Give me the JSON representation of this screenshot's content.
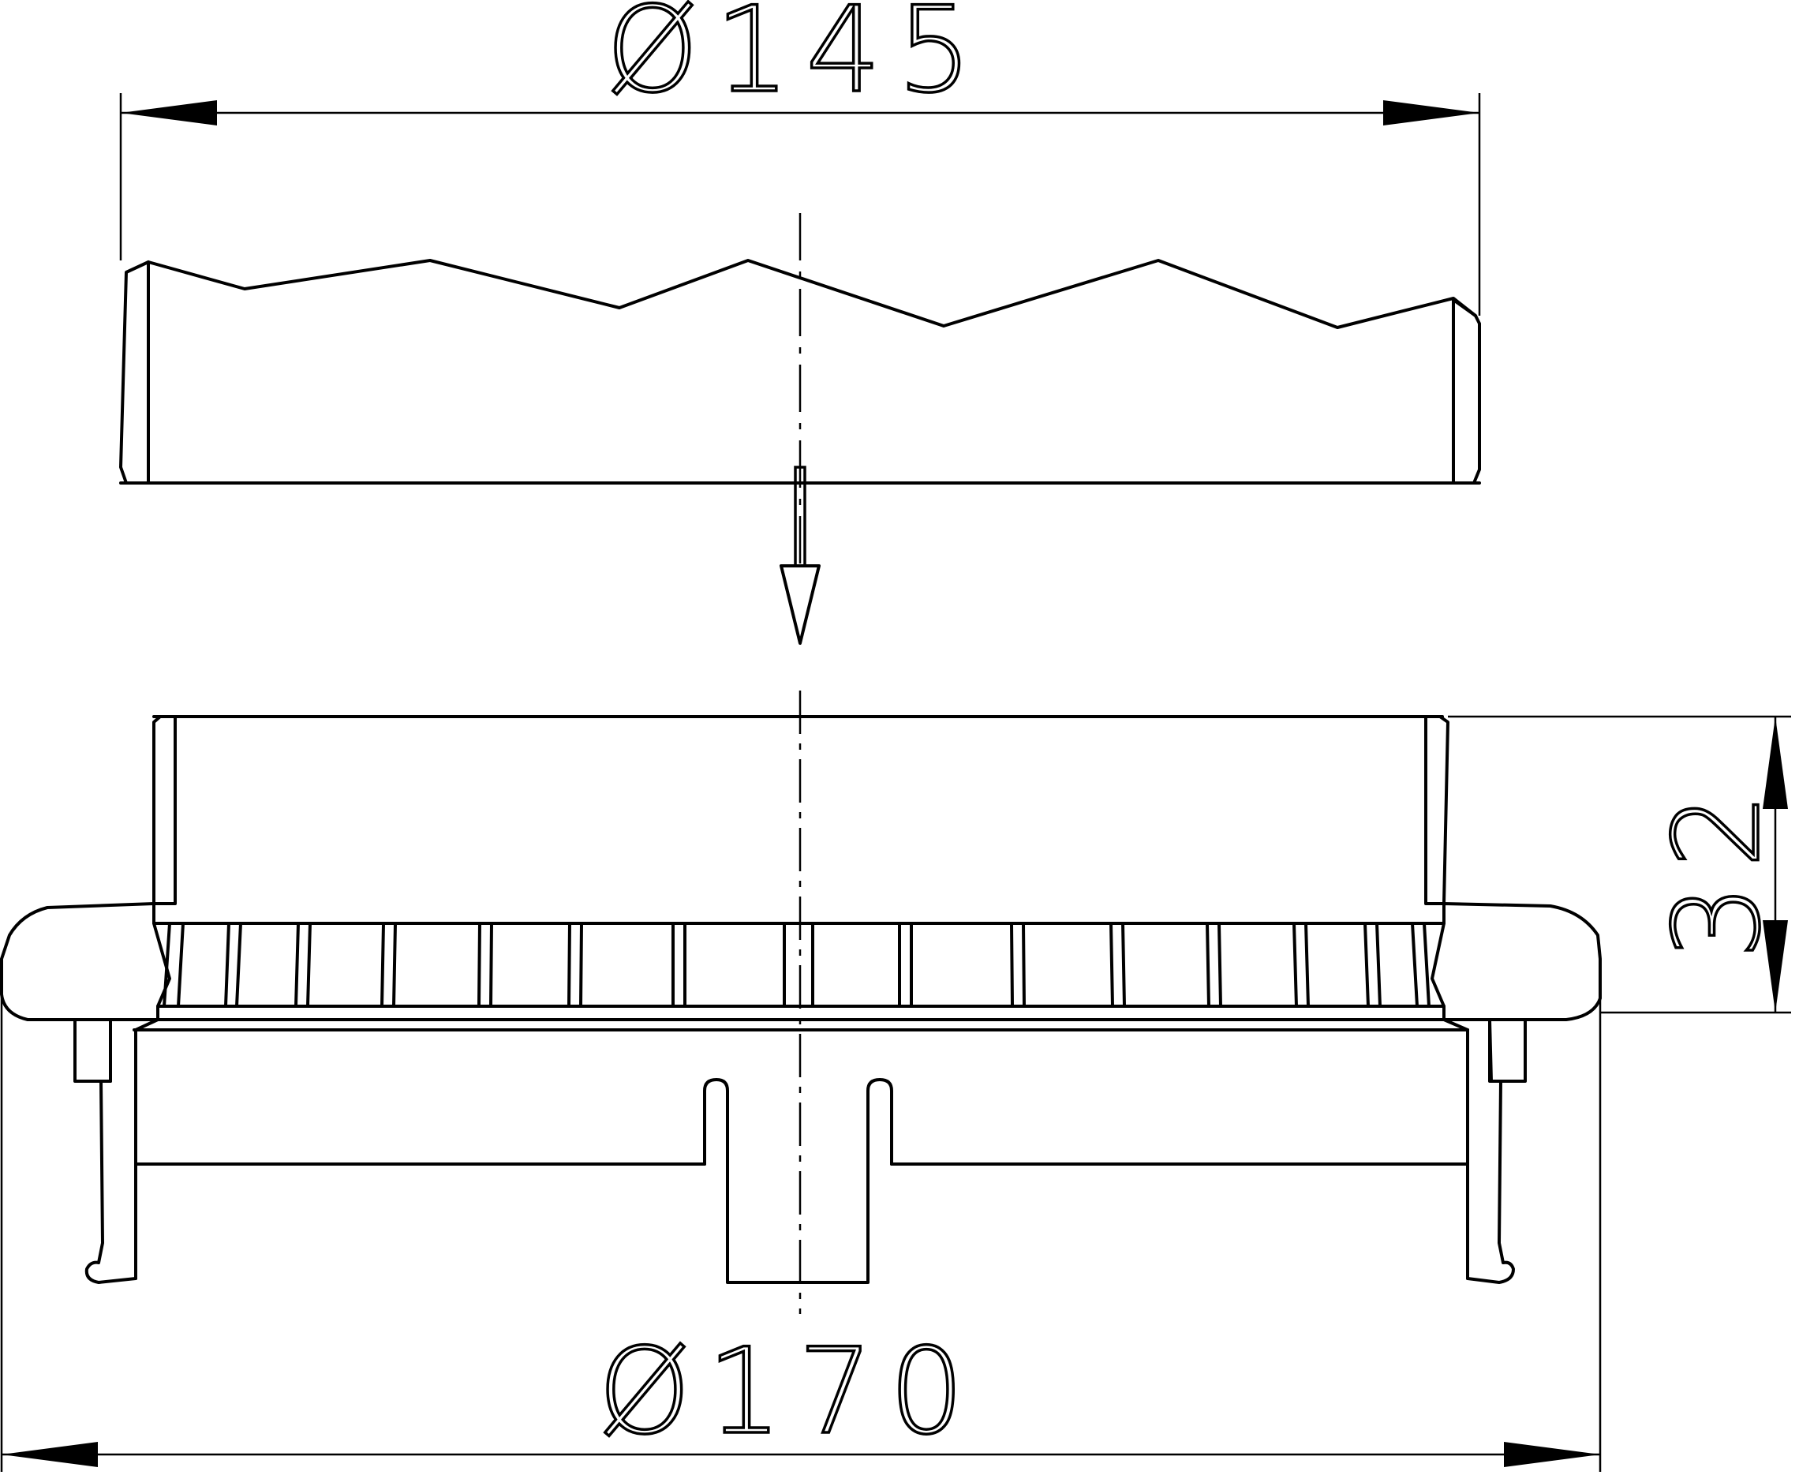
{
  "dimensions": {
    "top_diameter": "Ø145",
    "bottom_diameter": "Ø170",
    "height": "32"
  },
  "colors": {
    "line": "#000000",
    "background": "#ffffff"
  }
}
